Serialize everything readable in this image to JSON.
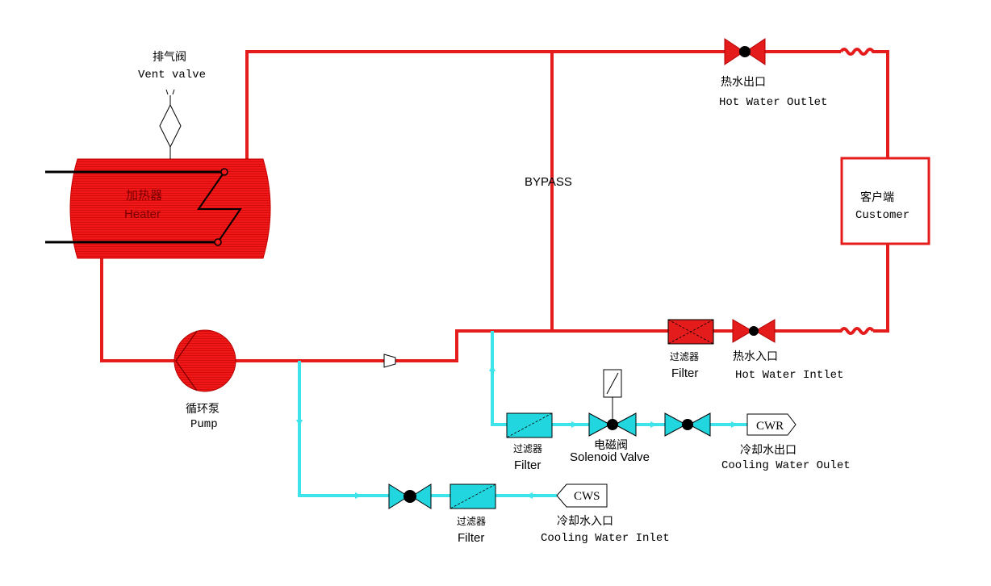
{
  "colors": {
    "hot_pipe": "#e51c1c",
    "cold_pipe": "#3fe3ea",
    "heater_fill": "#f01818",
    "valve_hot": "#e51c1c",
    "valve_cold": "#22d6df",
    "filter_cold": "#22d6df"
  },
  "labels": {
    "vent_cn": "排气阀",
    "vent_en": "Vent valve",
    "heater_cn": "加热器",
    "heater_en": "Heater",
    "bypass": "BYPASS",
    "hot_outlet_cn": "热水出口",
    "hot_outlet_en": "Hot Water Outlet",
    "customer_cn": "客户端",
    "customer_en": "Customer",
    "filter_hot_cn": "过滤器",
    "filter_hot_en": "Filter",
    "hot_inlet_cn": "热水入口",
    "hot_inlet_en": "Hot Water Intlet",
    "pump_cn": "循环泵",
    "pump_en": "Pump",
    "filter_cw_out_cn": "过滤器",
    "filter_cw_out_en": "Filter",
    "solenoid_cn": "电磁阀",
    "solenoid_en": "Solenoid Valve",
    "cwr": "CWR",
    "cw_outlet_cn": "冷却水出口",
    "cw_outlet_en": "Cooling Water Oulet",
    "filter_cw_in_cn": "过滤器",
    "filter_cw_in_en": "Filter",
    "cws": "CWS",
    "cw_inlet_cn": "冷却水入口",
    "cw_inlet_en": "Cooling Water Inlet"
  }
}
